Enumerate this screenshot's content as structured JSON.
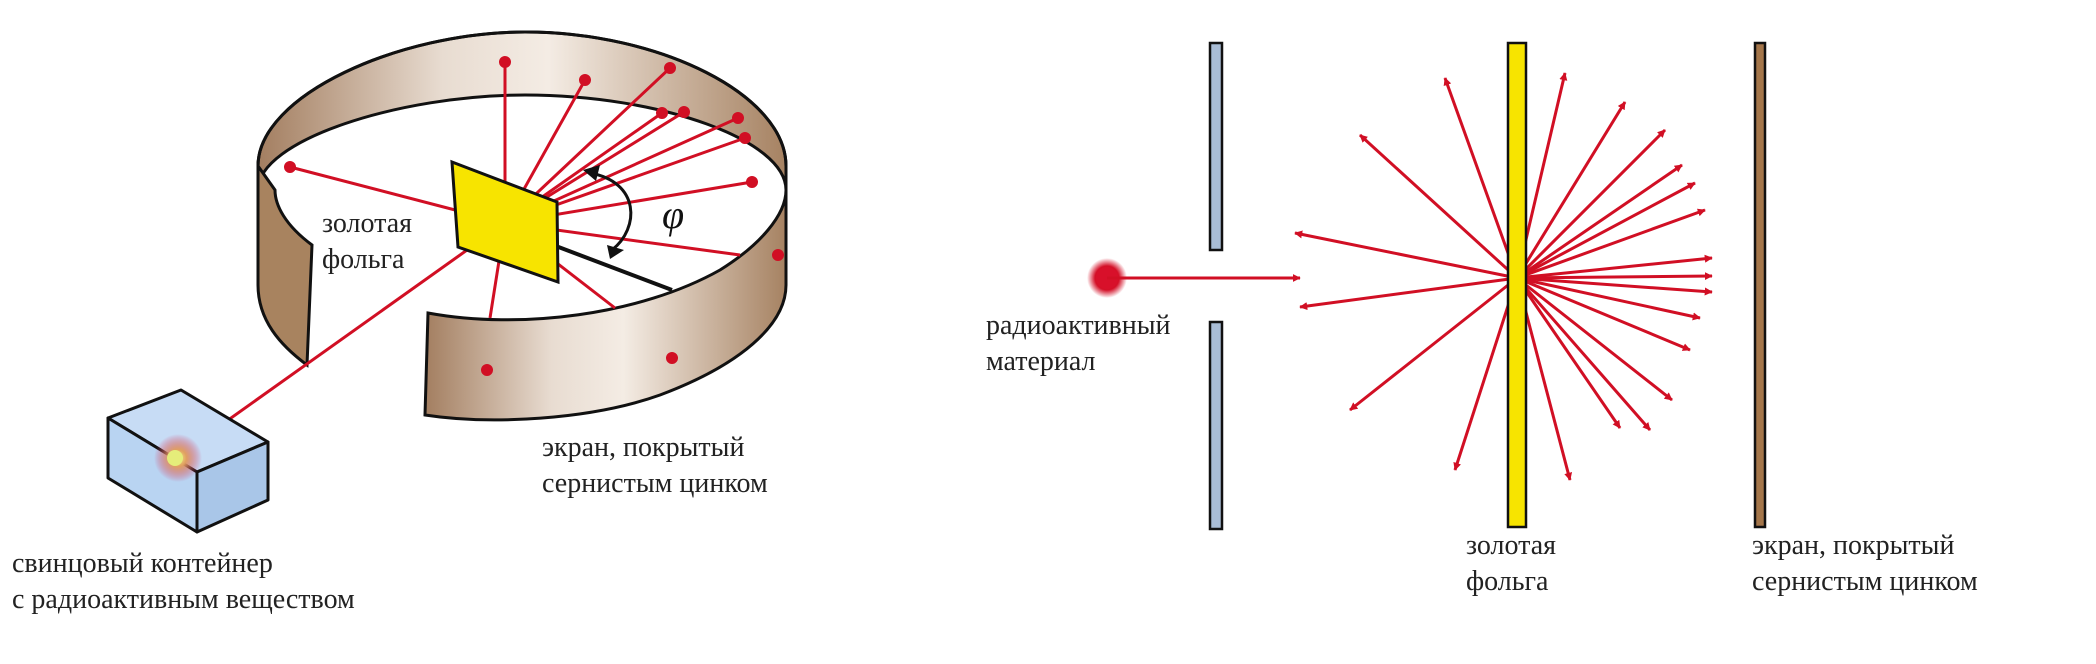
{
  "left_figure": {
    "foil_label": [
      "золотая",
      "фольга"
    ],
    "screen_label": [
      "экран,  покрытый",
      "сернистым цинком"
    ],
    "container_label": [
      "свинцовый контейнер",
      "с радиоактивным веществом"
    ],
    "angle_symbol": "φ"
  },
  "right_figure": {
    "source_label": [
      "радиоактивный",
      "материал"
    ],
    "foil_label": [
      "золотая",
      "фольга"
    ],
    "screen_label": [
      "экран,  покрытый",
      "сернистым цинком"
    ]
  },
  "colors": {
    "ray": "#d10f24",
    "foil": "#f7e400",
    "screen_band": "#b48c6e",
    "container": "#b9d4f2",
    "slit": "#a9bdd6",
    "right_screen": "#a4764a"
  }
}
